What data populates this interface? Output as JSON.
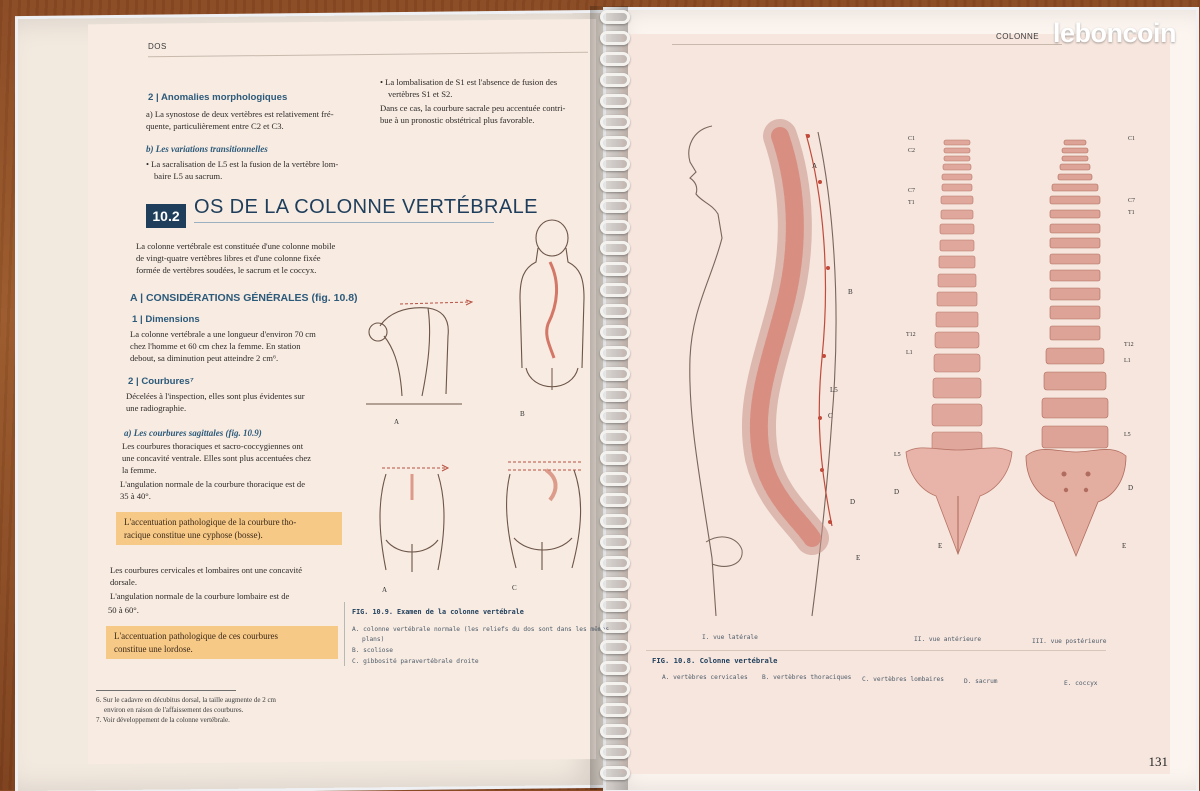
{
  "watermark": "leboncoin",
  "left_page": {
    "running_head": "DOS",
    "anomalies_heading": "2 | Anomalies morphologiques",
    "synostose_lines": [
      "a) La synostose de deux vertèbres est relativement fré-",
      "quente, particulièrement entre C2 et C3."
    ],
    "variations_heading": "b) Les variations transitionnelles",
    "sacralisation_lines": [
      "• La sacralisation de L5 est la fusion de la vertèbre lom-",
      "baire L5 au sacrum."
    ],
    "lombalisation_lines": [
      "• La lombalisation de S1 est l'absence de fusion des",
      "vertèbres S1 et S2.",
      "Dans ce cas, la courbure sacrale peu accentuée contri-",
      "bue à un pronostic obstétrical plus favorable."
    ],
    "section_number": "10.2",
    "section_title": "OS DE LA COLONNE VERTÉBRALE",
    "intro_lines": [
      "La colonne vertébrale est constituée d'une colonne mobile",
      "de vingt-quatre vertèbres libres et d'une colonne fixée",
      "formée de vertèbres soudées, le sacrum et le coccyx."
    ],
    "considerations_heading": "A | CONSIDÉRATIONS GÉNÉRALES (fig. 10.8)",
    "dimensions_heading": "1 | Dimensions",
    "dimensions_lines": [
      "La colonne vertébrale a une longueur d'environ 70 cm",
      "chez l'homme et 60 cm chez la femme. En station",
      "debout, sa diminution peut atteindre 2 cm⁶."
    ],
    "courbures_heading": "2 | Courbures⁷",
    "courbures_lines": [
      "Décelées à l'inspection, elles sont plus évidentes sur",
      "une radiographie."
    ],
    "sagittales_heading": "a) Les courbures sagittales (fig. 10.9)",
    "sagittales_lines": [
      "Les courbures thoraciques et sacro-coccygiennes ont",
      "une concavité ventrale. Elles sont plus accentuées chez",
      "la femme.",
      "L'angulation normale de la courbure thoracique est de",
      "35 à 40°."
    ],
    "callout_cyphose_lines": [
      "L'accentuation pathologique de la courbure tho-",
      "racique constitue une cyphose (bosse)."
    ],
    "cervicales_lines": [
      "Les courbures cervicales et lombaires ont une concavité",
      "dorsale.",
      "L'angulation normale de la courbure lombaire est de",
      "50 à 60°."
    ],
    "callout_lordose_lines": [
      "L'accentuation pathologique de ces courbures",
      "constitue une lordose."
    ],
    "footnotes": [
      "6. Sur le cadavre en décubitus dorsal, la taille augmente de 2 cm",
      "environ en raison de l'affaissement des courbures.",
      "7. Voir développement de la colonne vertébrale."
    ],
    "figure": {
      "labels": [
        "A",
        "B",
        "A",
        "C"
      ],
      "caption_title": "FIG. 10.9. Examen de la colonne vertébrale",
      "caption_items": [
        "A. colonne vertébrale normale (les reliefs du dos sont dans les mêmes",
        "plans)",
        "B. scoliose",
        "C. gibbosité paravertébrale droite"
      ]
    }
  },
  "right_page": {
    "running_head": "COLONNE",
    "page_number": "131",
    "curve_labels": [
      "A",
      "B",
      "C",
      "D",
      "E"
    ],
    "vertebra_labels_anterior": [
      "C1",
      "C2",
      "C7",
      "T1",
      "T12",
      "L1",
      "L5",
      "D",
      "E"
    ],
    "vertebra_labels_posterior": [
      "C1",
      "C7",
      "T1",
      "T12",
      "L1",
      "L5",
      "D",
      "E"
    ],
    "lateral_label": "L5",
    "view_labels": [
      "I. vue latérale",
      "II. vue antérieure",
      "III. vue postérieure"
    ],
    "caption_title": "FIG. 10.8. Colonne vertébrale",
    "caption_items": [
      "A. vertèbres cervicales",
      "B. vertèbres thoraciques",
      "C. vertèbres lombaires",
      "D. sacrum",
      "E. coccyx"
    ]
  },
  "colors": {
    "heading_blue": "#2c5a7a",
    "section_navy": "#1f3e5b",
    "callout_orange": "#f7c987",
    "bone": "#d98e82",
    "wood": "#8a4a23"
  }
}
